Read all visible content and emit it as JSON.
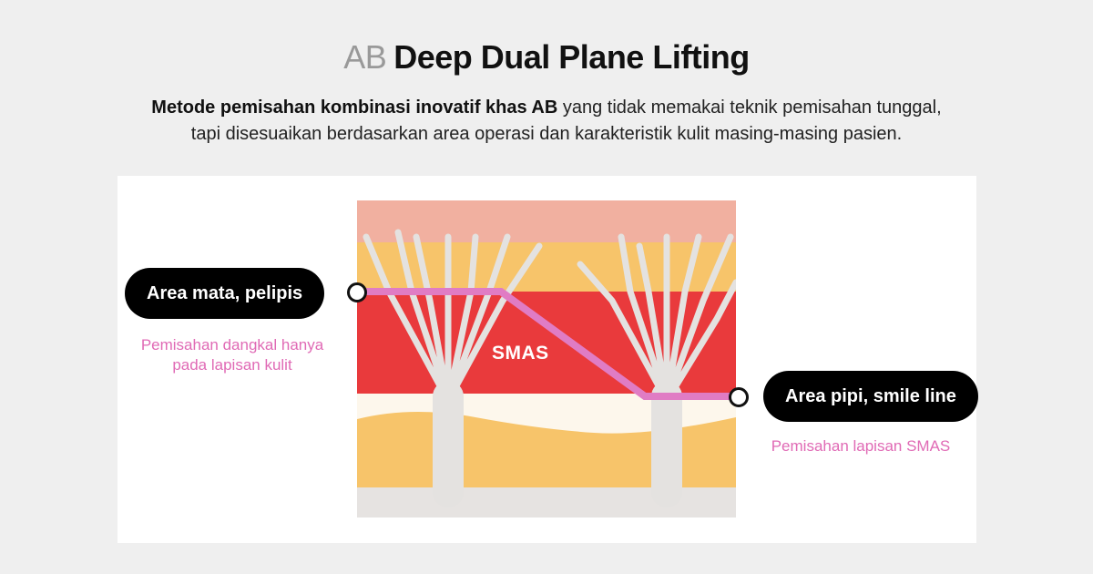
{
  "title": {
    "prefix": "AB",
    "main": "Deep Dual Plane Lifting"
  },
  "subtitle": {
    "bold": "Metode pemisahan kombinasi inovatif khas AB",
    "rest": " yang tidak memakai teknik pemisahan tunggal,",
    "line2": "tapi disesuaikan berdasarkan area operasi dan karakteristik kulit masing-masing pasien."
  },
  "diagram": {
    "layer_label": "SMAS",
    "left": {
      "label": "Area mata, pelipis",
      "note1": "Pemisahan dangkal hanya",
      "note2": "pada lapisan kulit"
    },
    "right": {
      "label": "Area pipi, smile line",
      "note": "Pemisahan lapisan SMAS"
    },
    "colors": {
      "line": "#e07cc4",
      "skin": "#f1b0a0",
      "fat": "#f7c46a",
      "smas": "#e93a3c"
    }
  }
}
